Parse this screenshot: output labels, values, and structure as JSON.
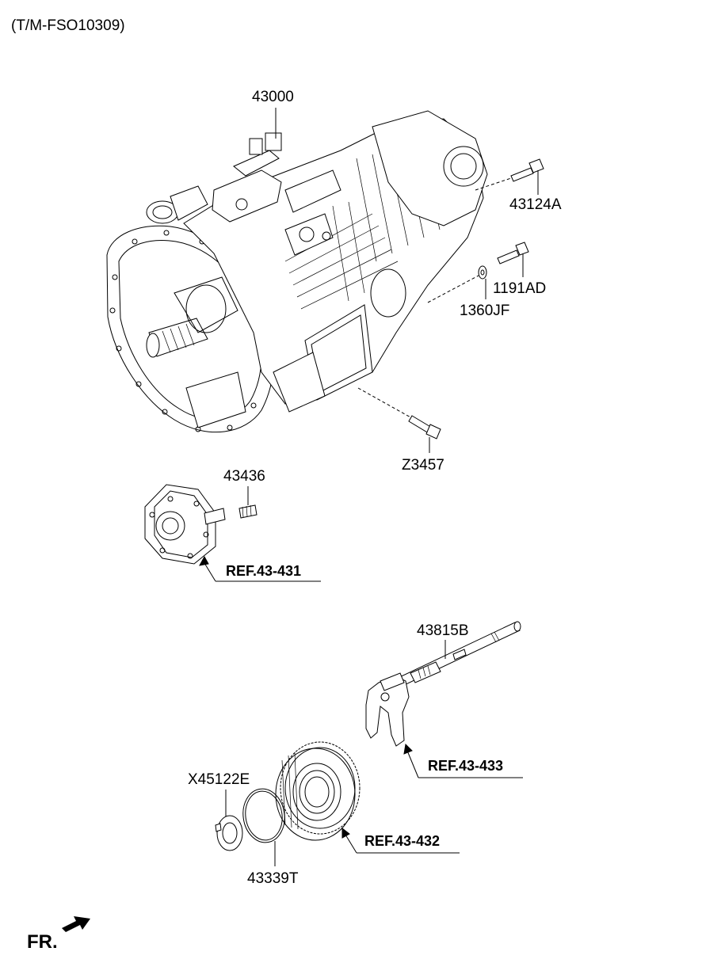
{
  "header": {
    "code": "(T/M-FSO10309)"
  },
  "parts": {
    "p43000": "43000",
    "p43124A": "43124A",
    "p1191AD": "1191AD",
    "p1360JF": "1360JF",
    "pZ3457": "Z3457",
    "p43436": "43436",
    "p43815B": "43815B",
    "pX45122E": "X45122E",
    "p43339T": "43339T"
  },
  "refs": {
    "r431": "REF.43-431",
    "r433": "REF.43-433",
    "r432": "REF.43-432"
  },
  "direction": {
    "label": "FR."
  }
}
